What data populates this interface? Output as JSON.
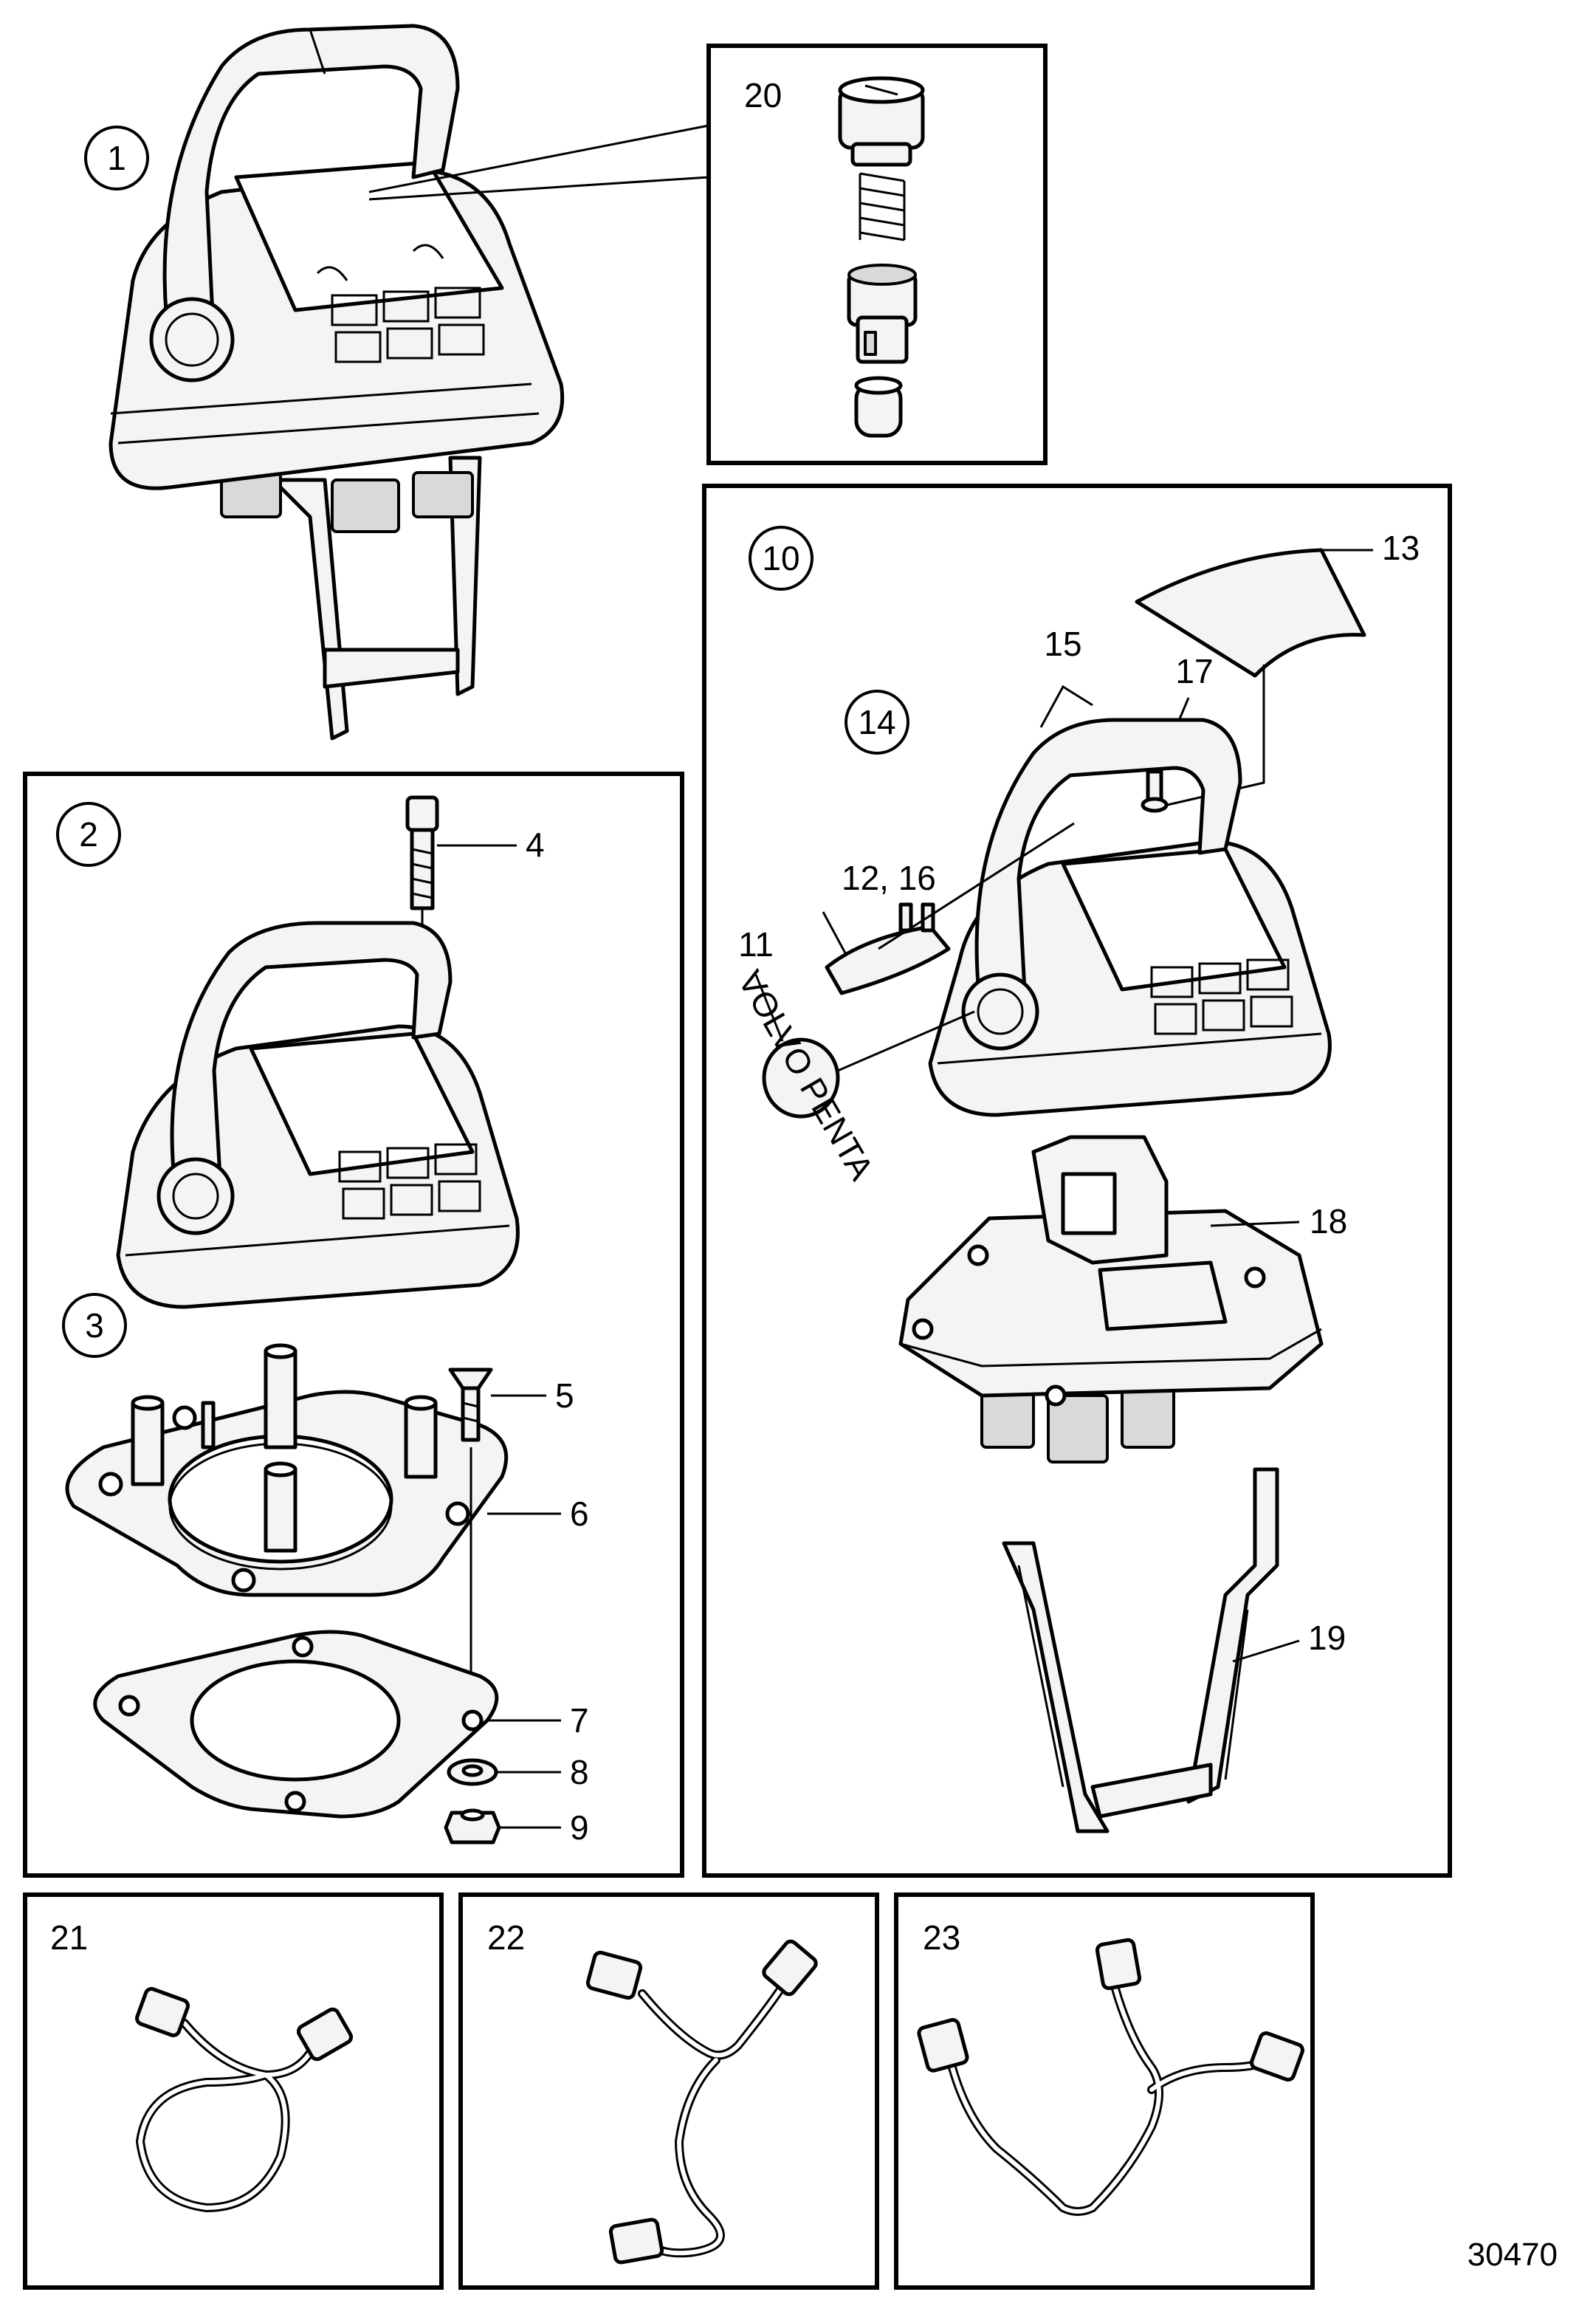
{
  "drawing_number": "30470",
  "part_labels": {
    "p1": "1",
    "p2": "2",
    "p3": "3",
    "p4": "4",
    "p5": "5",
    "p6": "6",
    "p7": "7",
    "p8": "8",
    "p9": "9",
    "p10": "10",
    "p11": "11",
    "p12_16": "12, 16",
    "p13": "13",
    "p14": "14",
    "p15": "15",
    "p17": "17",
    "p18": "18",
    "p19": "19",
    "p20": "20",
    "p21": "21",
    "p22": "22",
    "p23": "23"
  },
  "emblem_text": "VOLVO PENTA"
}
